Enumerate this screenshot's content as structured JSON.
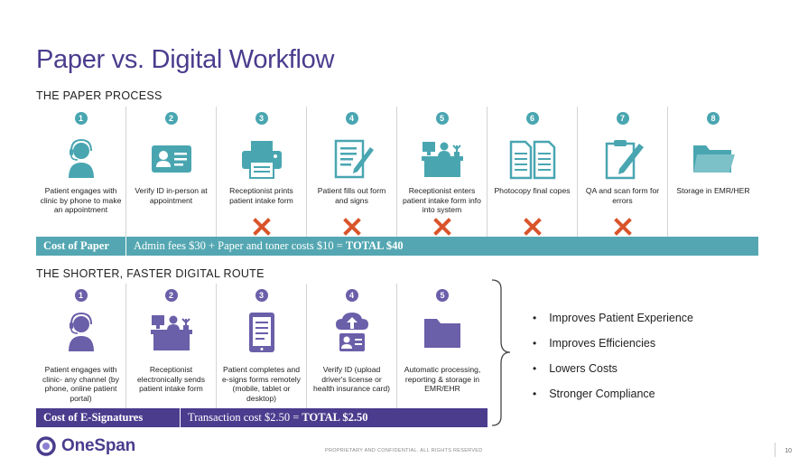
{
  "title": "Paper vs. Digital Workflow",
  "paper_section": {
    "heading": "THE PAPER PROCESS",
    "steps": [
      {
        "num": "1",
        "icon": "person-headset-icon",
        "label": "Patient engages with clinic by phone to make an appointment",
        "x": false
      },
      {
        "num": "2",
        "icon": "id-card-icon",
        "label": "Verify ID in-person at appointment",
        "x": false
      },
      {
        "num": "3",
        "icon": "printer-icon",
        "label": "Receptionist prints patient intake form",
        "x": true
      },
      {
        "num": "4",
        "icon": "form-pencil-icon",
        "label": "Patient fills out form and signs",
        "x": true
      },
      {
        "num": "5",
        "icon": "receptionist-desk-icon",
        "label": "Receptionist enters patient intake form info into system",
        "x": true
      },
      {
        "num": "6",
        "icon": "documents-copy-icon",
        "label": "Photocopy final copes",
        "x": true
      },
      {
        "num": "7",
        "icon": "clipboard-pencil-icon",
        "label": "QA and scan form for errors",
        "x": true
      },
      {
        "num": "8",
        "icon": "folder-icon",
        "label": "Storage in EMR/HER",
        "x": false
      }
    ],
    "cost_label": "Cost of Paper",
    "cost_text_prefix": "Admin fees $30 + Paper and toner costs $10 = ",
    "cost_text_total": "TOTAL $40"
  },
  "digital_section": {
    "heading": "THE SHORTER, FASTER DIGITAL ROUTE",
    "steps": [
      {
        "num": "1",
        "icon": "person-headset-icon",
        "label": "Patient engages with clinic- any channel (by phone, online patient portal)"
      },
      {
        "num": "2",
        "icon": "receptionist-desk-icon",
        "label": "Receptionist electronically sends patient intake form"
      },
      {
        "num": "3",
        "icon": "tablet-document-icon",
        "label": "Patient completes and e-signs forms remotely (mobile, tablet or desktop)"
      },
      {
        "num": "4",
        "icon": "cloud-upload-id-icon",
        "label": "Verify ID (upload driver's license or health insurance card)"
      },
      {
        "num": "5",
        "icon": "folder-icon",
        "label": "Automatic processing, reporting & storage in EMR/EHR"
      }
    ],
    "cost_label": "Cost of E-Signatures",
    "cost_text_prefix": "Transaction cost $2.50 = ",
    "cost_text_total": "TOTAL $2.50"
  },
  "benefits": [
    "Improves Patient Experience",
    "Improves Efficiencies",
    "Lowers Costs",
    "Stronger Compliance"
  ],
  "footer": {
    "brand": "OneSpan",
    "confidential": "PROPRIETARY AND CONFIDENTIAL. ALL RIGHTS RESERVED",
    "page_number": "10"
  },
  "colors": {
    "teal": "#54a7b2",
    "purple": "#4b3c8e",
    "purple_light": "#6a5fa9",
    "x_orange": "#d9542b"
  }
}
